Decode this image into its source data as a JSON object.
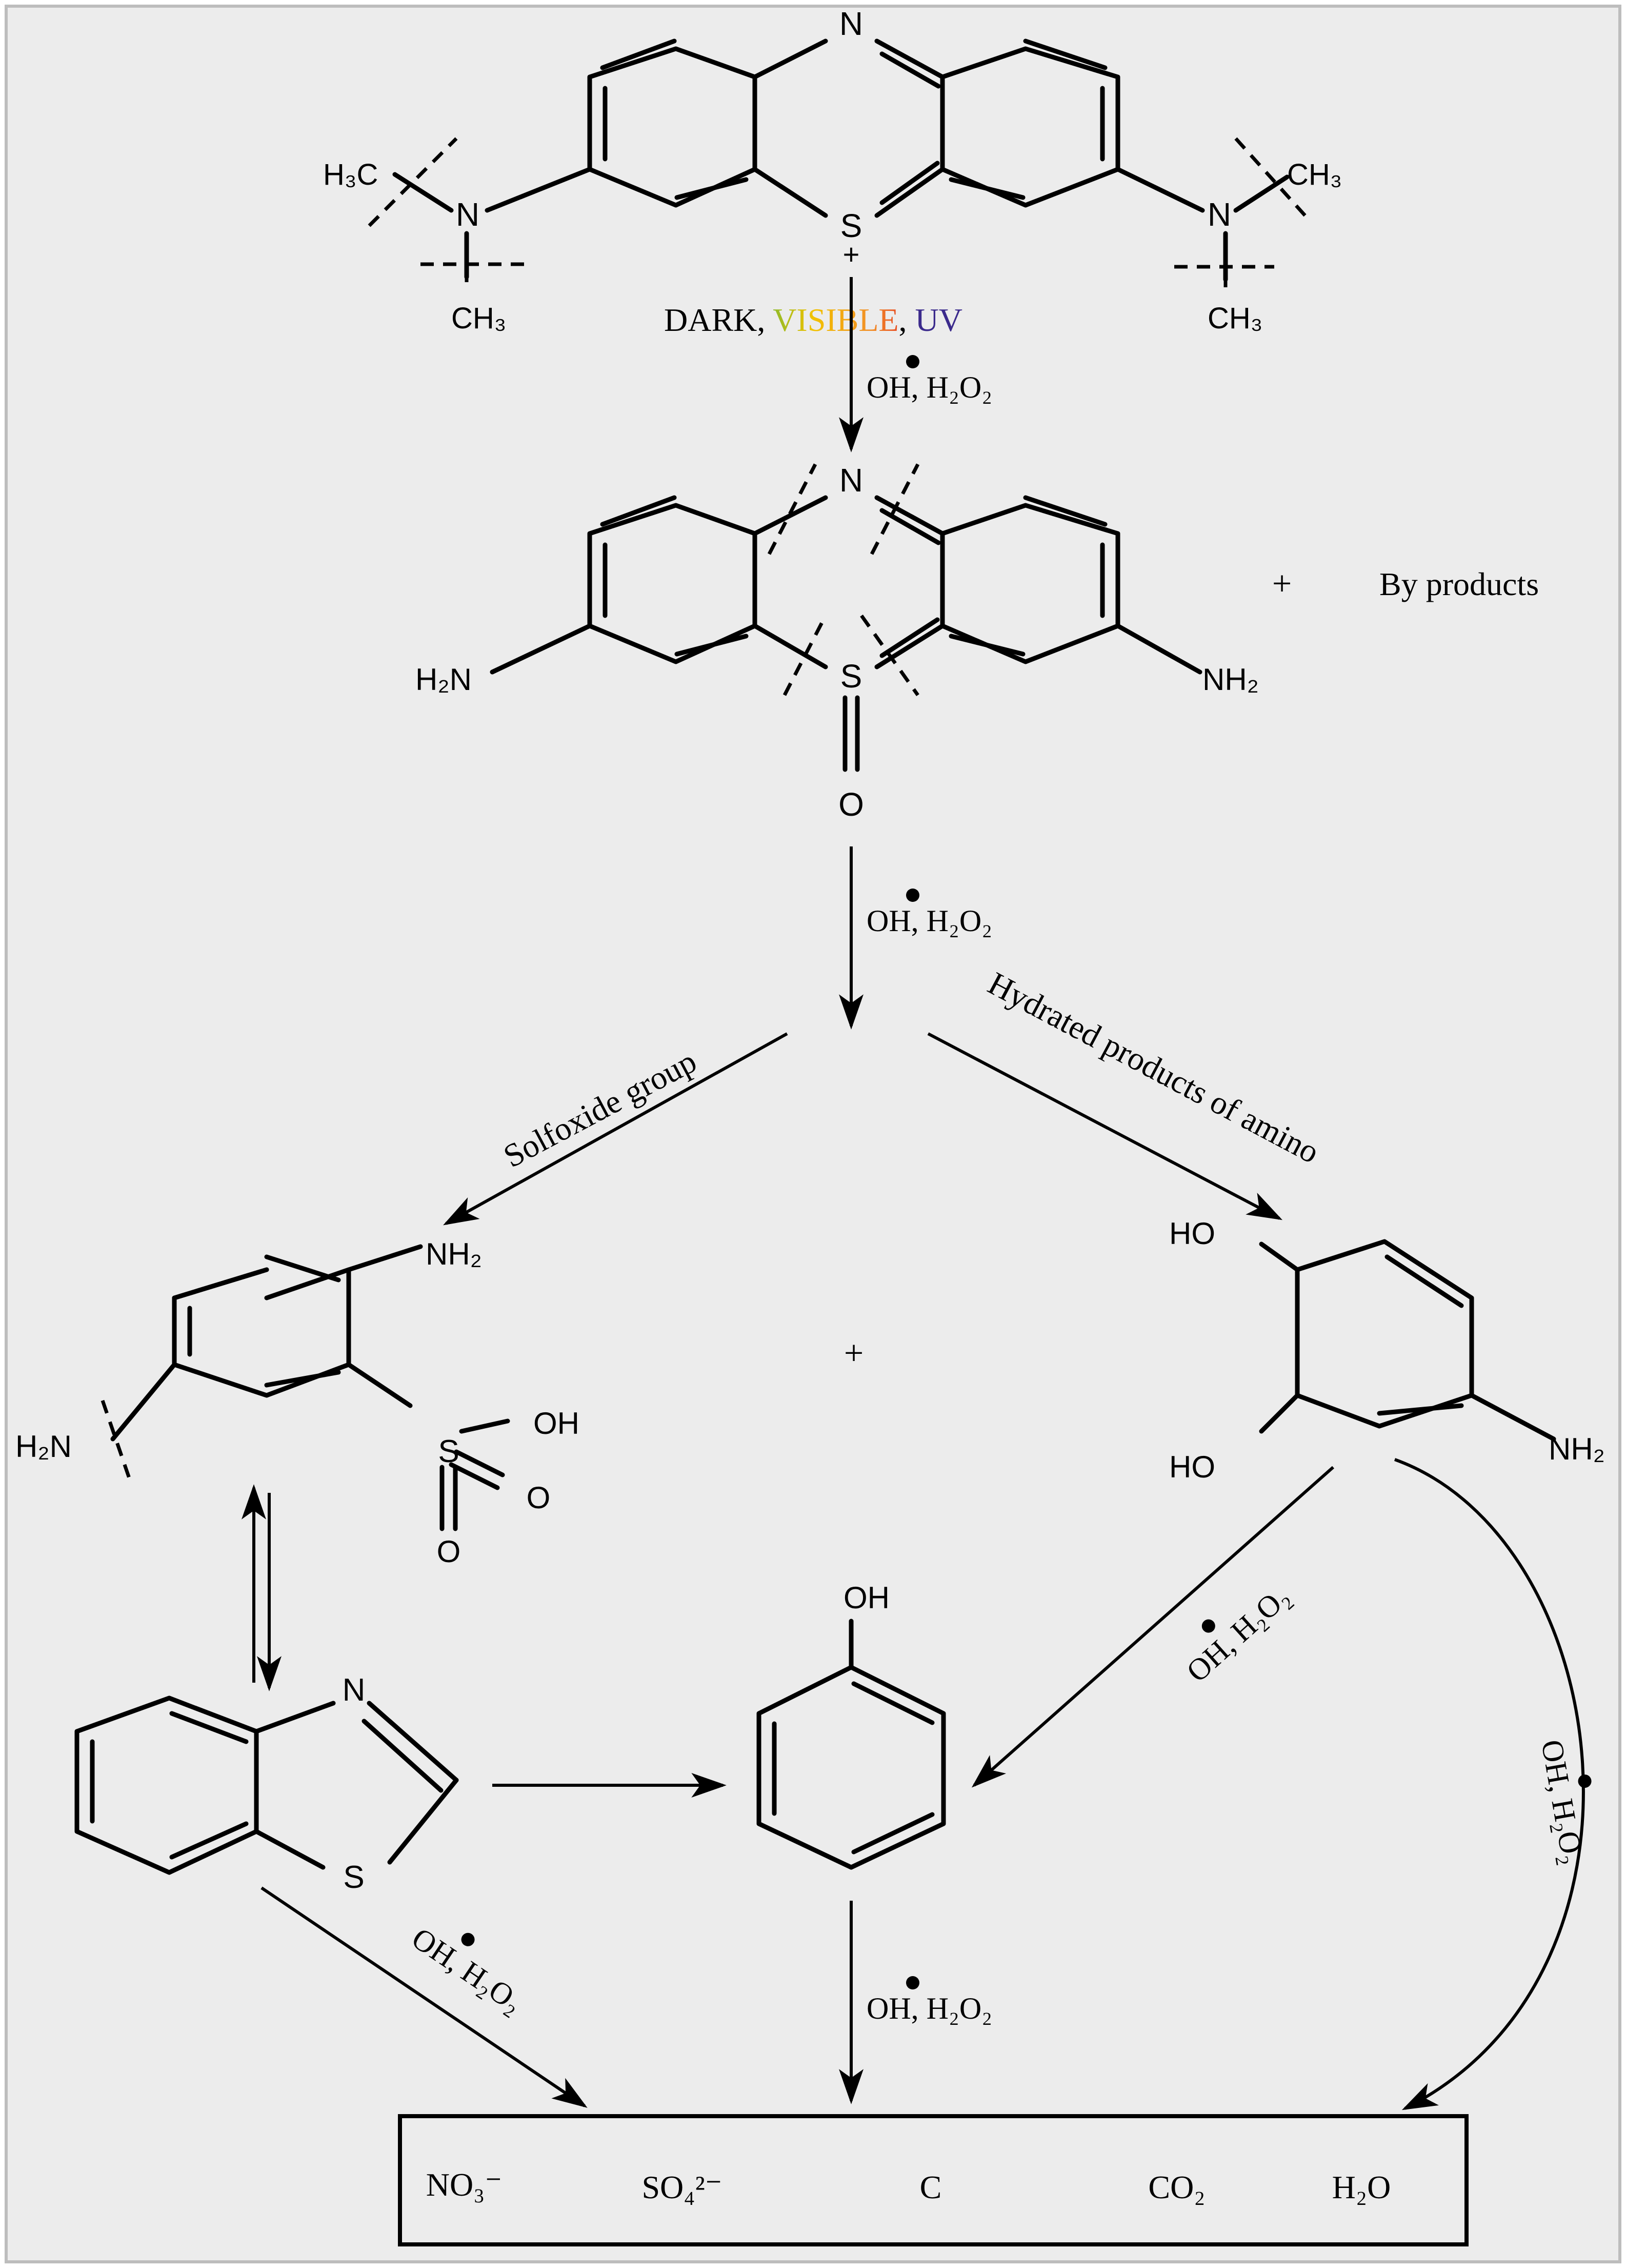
{
  "colors": {
    "background": "#ececec",
    "border": "#bdbdbd",
    "visible_gradient": [
      "#2a8fd8",
      "#3cb44b",
      "#f2c200",
      "#f28c28",
      "#e02020",
      "#8e3fbf"
    ],
    "uv": "#3b2a8c"
  },
  "methylene_blue": {
    "atoms": {
      "n_ring": "N",
      "s_plus": "S",
      "plus": "+",
      "left_n": "N",
      "right_n": "N",
      "h3c_left": "H₃C",
      "ch3_left_bottom": "CH₃",
      "ch3_right_top": "CH₃",
      "ch3_right_bottom": "CH₃"
    }
  },
  "conditions": {
    "dark": "DARK, ",
    "visible": "VISIBLE",
    "comma": ", ",
    "uv": "UV"
  },
  "reagent": {
    "oh": "OH",
    "sep": ", ",
    "h2o2": "H₂O₂"
  },
  "sulfoxide_intermediate": {
    "atoms": {
      "n_ring": "N",
      "s": "S",
      "o": "O",
      "nh2_left": "H₂N",
      "nh2_right": "NH₂"
    },
    "plus": "+",
    "byproducts": "By products"
  },
  "branch_labels": {
    "left": "Solfoxide group",
    "right": "Hydrated products of amino"
  },
  "sulfonic_acid": {
    "atoms": {
      "nh2_top": "NH₂",
      "h2n_left": "H₂N",
      "s": "S",
      "oh": "OH",
      "o_right": "O",
      "o_bottom": "O"
    }
  },
  "middle_plus": "+",
  "diol": {
    "atoms": {
      "ho_top": "HO",
      "ho_bottom": "HO",
      "nh2": "NH₂"
    }
  },
  "benzothiazole": {
    "atoms": {
      "n": "N",
      "s": "S"
    }
  },
  "phenol": {
    "atoms": {
      "oh": "OH"
    }
  },
  "final_products": {
    "no3": "NO₃⁻",
    "so4": "SO₄²⁻",
    "c": "C",
    "co2": "CO₂",
    "h2o": "H₂O"
  }
}
